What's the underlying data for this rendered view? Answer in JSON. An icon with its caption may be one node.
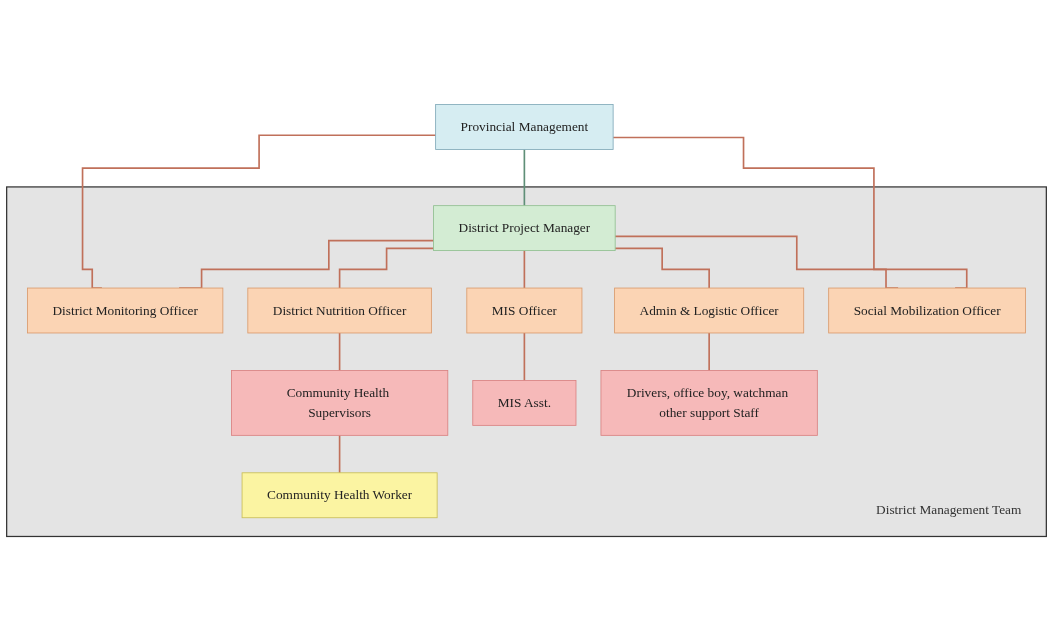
{
  "diagram": {
    "nodes": [
      {
        "text": [
          "Provincial Management"
        ]
      },
      {
        "text": [
          "District Management Team"
        ]
      },
      {
        "text": [
          "District Project Manager"
        ],
        "in": 1
      },
      {
        "text": [
          "District Monitoring Officer"
        ],
        "in": 1
      },
      {
        "text": [
          "District Nutrition Officer"
        ],
        "in": 1
      },
      {
        "text": [
          "MIS Officer"
        ],
        "in": 1
      },
      {
        "text": [
          "Admin & Logistic Officer"
        ],
        "in": 1
      },
      {
        "text": [
          "Social Mobilization Officer"
        ],
        "in": 1
      },
      {
        "text": [
          "Community Health Supervisors"
        ],
        "in": 1
      },
      {
        "text": [
          "MIS Asst."
        ],
        "in": 1
      },
      {
        "text": [
          "Drivers, office boy, watchman other support Staff"
        ],
        "in": 1
      },
      {
        "text": [
          "Community Health Worker"
        ],
        "in": 1
      }
    ],
    "edges": [
      {
        "from": 0,
        "to": 2,
        "arrow": "none",
        "color": "#5f8f78"
      },
      {
        "from": 0,
        "to": 3,
        "arrow": "none"
      },
      {
        "from": 0,
        "to": 7,
        "arrow": "none"
      },
      {
        "from": 2,
        "to": 3,
        "arrow": "none"
      },
      {
        "from": 2,
        "to": 4,
        "arrow": "none"
      },
      {
        "from": 2,
        "to": 5,
        "arrow": "none"
      },
      {
        "from": 2,
        "to": 6,
        "arrow": "none"
      },
      {
        "from": 2,
        "to": 7,
        "arrow": "none"
      },
      {
        "from": 4,
        "to": 8,
        "arrow": "none"
      },
      {
        "from": 5,
        "to": 9,
        "arrow": "none"
      },
      {
        "from": 6,
        "to": 10,
        "arrow": "none"
      },
      {
        "from": 8,
        "to": 11,
        "arrow": "none"
      }
    ]
  }
}
